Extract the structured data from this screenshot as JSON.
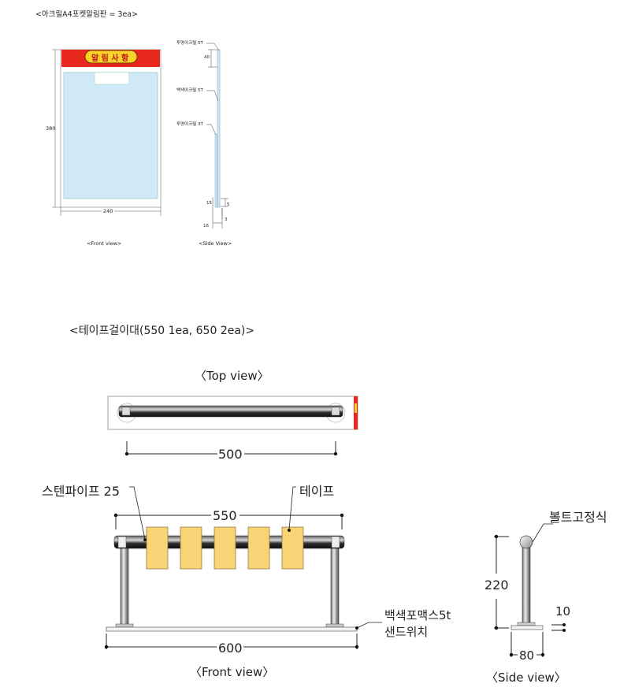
{
  "section1": {
    "title": "<아크릴A4포켓알림판 = 3ea>",
    "front_view": {
      "header_label": "알 림 사 항",
      "height_dim": "380",
      "width_dim": "240",
      "caption": "<Front view>"
    },
    "side_view": {
      "callouts": [
        "투명아크릴 5T",
        "백색아크릴 5T",
        "투명아크릴 3T"
      ],
      "dims": {
        "top": "40",
        "left_a": "15",
        "right_a": "5",
        "right_b": "3",
        "bottom": "16"
      },
      "caption": "<Side View>"
    }
  },
  "section2": {
    "title": "<테이프걸이대(550 1ea, 650   2ea)>",
    "top_view": {
      "caption": "〈Top view〉",
      "dim": "500"
    },
    "front_view": {
      "label_pipe": "스텐파이프 25",
      "label_tape": "테이프",
      "dim_top": "550",
      "dim_bottom": "600",
      "label_base_line1": "백색포맥스5t",
      "label_base_line2": "샌드위치",
      "caption": "〈Front view〉",
      "tape_count": 5
    },
    "side_view": {
      "label_bolt": "볼트고정식",
      "dim_height": "220",
      "dim_thickness": "10",
      "dim_width": "80",
      "caption": "〈Side view〉"
    }
  },
  "colors": {
    "header_red": "#e8271f",
    "header_yellow": "#f7d32a",
    "pocket_blue": "#cfe9f7",
    "tape_yellow": "#f9d477",
    "line": "#222222"
  }
}
